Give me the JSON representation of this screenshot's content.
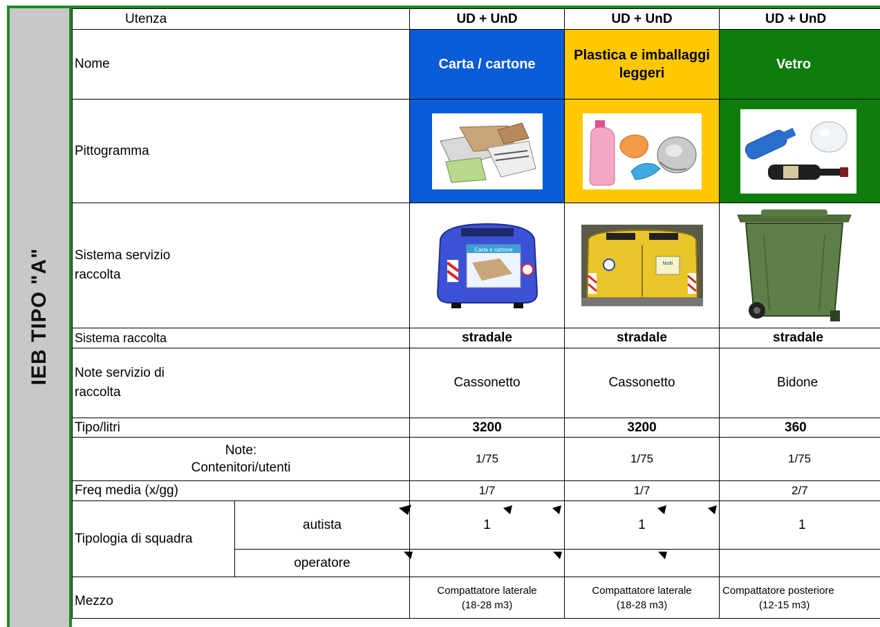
{
  "side_label": "IEB TIPO \"A\"",
  "rows": {
    "utenza": {
      "label": "Utenza",
      "values": [
        "UD + UnD",
        "UD + UnD",
        "UD + UnD"
      ]
    },
    "nome": {
      "label": "Nome",
      "values": [
        "Carta / cartone",
        "Plastica e imballaggi leggeri",
        "Vetro"
      ]
    },
    "pittogramma": {
      "label": "Pittogramma"
    },
    "sistema_servizio": {
      "label": "Sistema servizio raccolta",
      "bin_sticker": "Carta e cartone",
      "bin2_sticker": "Multi"
    },
    "sistema_raccolta": {
      "label": "Sistema raccolta",
      "values": [
        "stradale",
        "stradale",
        "stradale"
      ]
    },
    "note_servizio": {
      "label": "Note servizio di raccolta",
      "values": [
        "Cassonetto",
        "Cassonetto",
        "Bidone"
      ]
    },
    "tipo_litri": {
      "label": "Tipo/litri",
      "values": [
        "3200",
        "3200",
        "360"
      ]
    },
    "note_contenitori": {
      "label_line1": "Note:",
      "label_line2": "Contenitori/utenti",
      "values": [
        "1/75",
        "1/75",
        "1/75"
      ]
    },
    "freq_media": {
      "label": "Freq media (x/gg)",
      "values": [
        "1/7",
        "1/7",
        "2/7"
      ]
    },
    "squadra": {
      "label": "Tipologia di squadra",
      "autista": "autista",
      "operatore": "operatore",
      "autista_values": [
        "1",
        "1",
        "1"
      ],
      "operatore_values": [
        "",
        "",
        ""
      ]
    },
    "mezzo": {
      "label": "Mezzo",
      "values": [
        {
          "line1": "Compattatore laterale",
          "line2": "(18-28 m3)"
        },
        {
          "line1": "Compattatore laterale",
          "line2": "(18-28 m3)"
        },
        {
          "line1": "Compattatore posteriore",
          "line2": "(12-15 m3)"
        }
      ]
    }
  },
  "colors": {
    "frame": "#1f8a1f",
    "carta": "#0a5bd6",
    "plastica": "#ffc800",
    "vetro": "#0e7d0e",
    "sidebar": "#c8c8c8"
  },
  "icons": [
    "paper-waste-picto",
    "plastic-waste-picto",
    "glass-waste-picto",
    "blue-container",
    "yellow-container",
    "green-wheelie-bin"
  ]
}
